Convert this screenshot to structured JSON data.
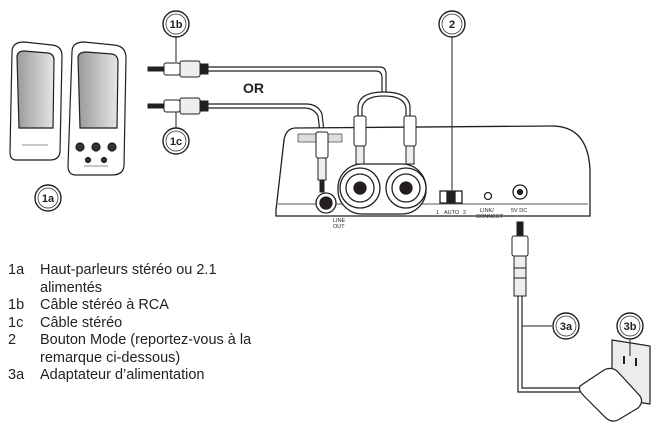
{
  "diagram": {
    "or_label": "OR",
    "callouts": {
      "c1a": "1a",
      "c1b": "1b",
      "c1c": "1c",
      "c2": "2",
      "c3a": "3a",
      "c3b": "3b"
    },
    "panel_labels": {
      "line_out_1": "LINE",
      "line_out_2": "OUT",
      "switch_1": "1",
      "switch_auto": "AUTO",
      "switch_2": "2",
      "link_1": "LINK/",
      "link_2": "CONNECT",
      "dc": "5V DC"
    }
  },
  "legend": [
    {
      "code": "1a",
      "lines": [
        "Haut-parleurs stéréo ou 2.1",
        "alimentés"
      ]
    },
    {
      "code": "1b",
      "lines": [
        "Câble stéréo à RCA"
      ]
    },
    {
      "code": "1c",
      "lines": [
        "Câble stéréo"
      ]
    },
    {
      "code": "2",
      "lines": [
        "Bouton Mode (reportez-vous à la",
        "remarque ci-dessous)"
      ]
    },
    {
      "code": "3a",
      "lines": [
        "Adaptateur d’alimentation"
      ]
    }
  ]
}
